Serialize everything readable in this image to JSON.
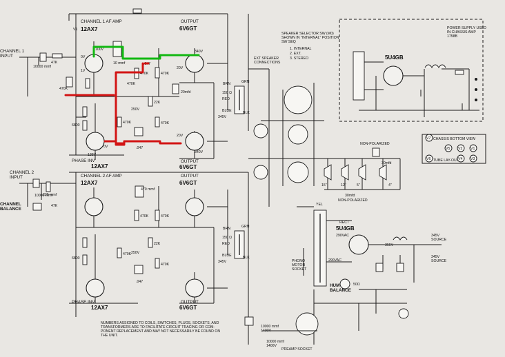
{
  "channel1": {
    "input": "CHANNEL 1\nINPUT",
    "stage_title": "CHANNEL 1 AF AMP",
    "tube_type": "12AX7",
    "phase_inv_label": "PHASE INV",
    "phase_inv_type": "12AX7",
    "output_label": "OUTPUT",
    "output_type": "6V6GT",
    "v1_ref": "V1",
    "voltages": [
      "100V",
      "0V",
      "0V",
      "1V",
      "20V",
      "340V",
      "135V"
    ]
  },
  "channel2": {
    "input": "CHANNEL 2\nINPUT",
    "stage_title": "CHANNEL 2 AF AMP",
    "tube_type": "12AX7",
    "phase_inv_label": "PHASE INV",
    "phase_inv_type": "12AX7",
    "output_label": "OUTPUT",
    "output_type": "6V6GT",
    "balance": "CHANNEL\nBALANCE"
  },
  "components": {
    "r_470k": "470K",
    "r_47k": "47K",
    "r_22k": "22K",
    "c_10000mmf": "10000 mmf",
    "c_047": ".047",
    "c_225mmf": "225 mmf",
    "c_470mmf": "470 mmf",
    "r_6800": "6800",
    "v_250": "250V",
    "v_345": "345V",
    "cap_20mfd": "20mfd",
    "c_10mmf": "10 mmf"
  },
  "transformer_taps": [
    "BRN",
    "GRN",
    "BLK",
    "150 Ω",
    "RED",
    "BLUE"
  ],
  "speaker_selector": {
    "title": "SPEAKER SELECTOR SW (M0)\nSHOWN IN \"INTERNAL\" POSITION\nSW SEQ",
    "positions": [
      "1. INTERNAL",
      "2. EXT.",
      "3. STEREO"
    ],
    "ext_conn": "EXT SPEAKER\nCONNECTIONS"
  },
  "power_supply_box": {
    "title": "POWER SUPPLY USED\nIN CHASSIS AMP\n1758B",
    "rect_tube": "5U4GB"
  },
  "chassis_view": {
    "title": "CHASSIS BOTTOM VIEW",
    "tube_layout": "TUBE LAY-OUT",
    "row1": [
      "V7",
      "V5",
      "V2",
      "V1"
    ],
    "row2": [
      "V6",
      "V4",
      "V3"
    ]
  },
  "speakers": {
    "non_polarized_top": "NON-POLARIZED",
    "non_polarized_bottom": "NON-POLARIZED",
    "sizes": [
      "15\"",
      "12\"",
      "5\"",
      "4\""
    ],
    "cap": "30mfd"
  },
  "main_supply": {
    "rect_label": "RECT",
    "rect_type": "5U4GB",
    "vac1": "290VAC",
    "vac2": "290VAC",
    "v_355": "355V",
    "v_345a": "345V\nSOURCE",
    "v_345b": "345V\nSOURCE",
    "hum_balance": "HUM\nBALANCE",
    "hum_value": "50Ω",
    "phono": "PHONO\nMOTOR\nSOCKET",
    "preamp": "PREAMP SOCKET",
    "fuse_cap": "10000 mmf\n1400V",
    "bottom_cap": "10000 mmf\n1400V",
    "yel": "YEL",
    "lead_colors": [
      "RED",
      "BLK",
      "GRN"
    ]
  },
  "footnote": "NUMBERS ASSIGNED TO COILS, SWITCHES, PLUGS, SOCKETS, AND\nTRANSFORMERS ARE TO FACILITATE CIRCUIT TRACING OR COM-\nPONENT REPLACEMENT AND MAY NOT NECESSARILY BE FOUND ON\nTHE UNIT.",
  "highlight_colors": {
    "red": "#d21414",
    "green": "#12b812"
  }
}
